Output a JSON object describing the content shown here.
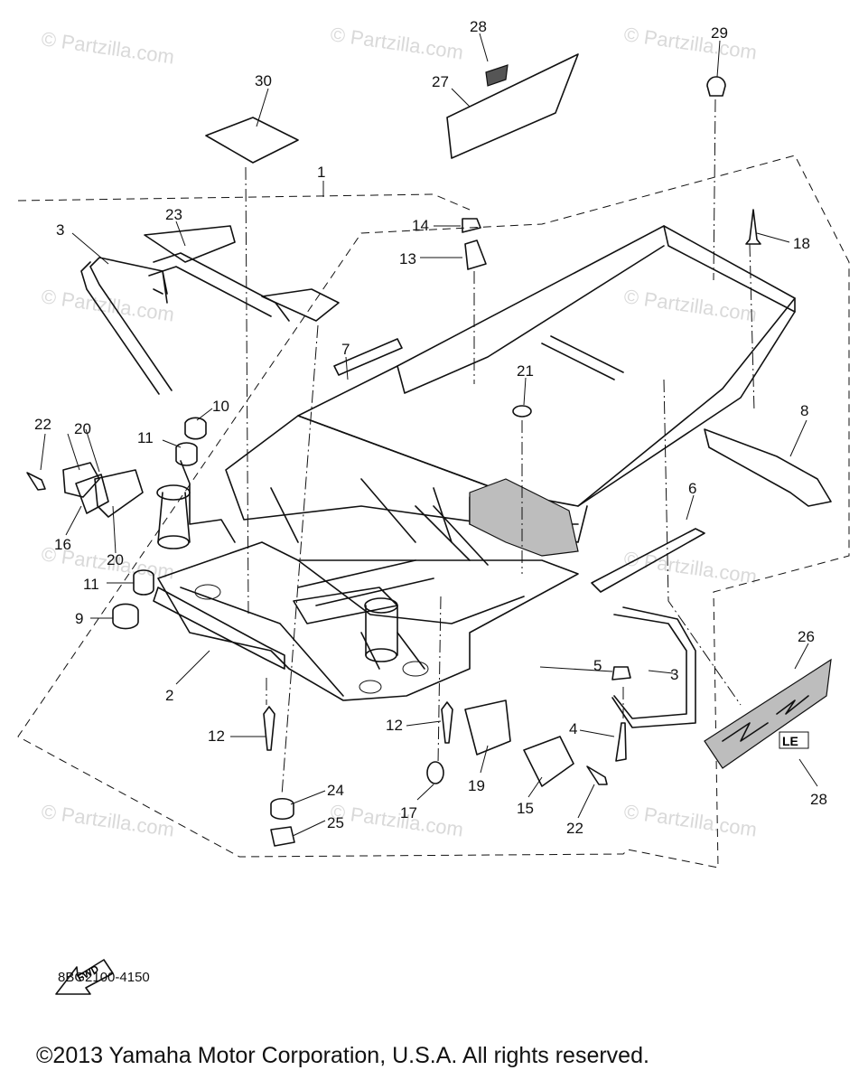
{
  "diagram": {
    "callouts": [
      "28",
      "27",
      "29",
      "30",
      "1",
      "23",
      "14",
      "18",
      "3",
      "13",
      "7",
      "21",
      "10",
      "22",
      "20",
      "11",
      "8",
      "16",
      "20",
      "6",
      "11",
      "9",
      "5",
      "3",
      "26",
      "2",
      "4",
      "12",
      "12",
      "28",
      "24",
      "19",
      "15",
      "17",
      "22",
      "25"
    ],
    "badges": {
      "fwd": "FWD",
      "le": "LE"
    },
    "watermark": "© Partzilla.com",
    "catalog_number": "8BG2100-4150",
    "copyright": "©2013  Yamaha Motor Corporation, U.S.A. All rights reserved."
  },
  "icons": {
    "arrow": "fwd-arrow-icon",
    "logo": "le-badge-icon"
  }
}
